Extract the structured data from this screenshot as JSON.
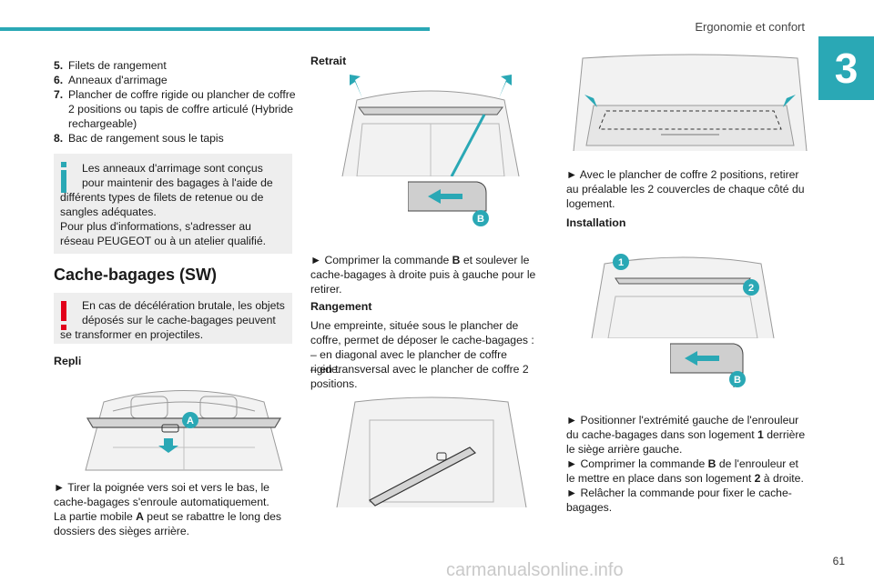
{
  "header": {
    "title": "Ergonomie et confort",
    "chapter_number": "3",
    "page_number": "61"
  },
  "left": {
    "list": [
      {
        "num": "5.",
        "text": "Filets de rangement"
      },
      {
        "num": "6.",
        "text": "Anneaux d'arrimage"
      },
      {
        "num": "7.",
        "text": "Plancher de coffre rigide ou plancher de coffre 2 positions ou tapis de coffre articulé (Hybride rechargeable)"
      },
      {
        "num": "8.",
        "text": "Bac de rangement sous le tapis"
      }
    ],
    "info_note": {
      "line1": "Les anneaux d'arrimage sont conçus pour maintenir des bagages à l'aide de",
      "line2": "différents types de filets de retenue ou de sangles adéquates.",
      "line3": "Pour plus d'informations, s'adresser au réseau PEUGEOT ou à un atelier qualifié."
    },
    "section_title": "Cache-bagages (SW)",
    "warning_note": {
      "line1": "En cas de décélération brutale, les objets déposés sur le cache-bagages peuvent",
      "line2": "se transformer en projectiles."
    },
    "repli_title": "Repli",
    "repli_label_A": "A",
    "repli_text1": "► Tirer la poignée vers soi et vers le bas, le cache-bagages s'enroule automatiquement.",
    "repli_text2_pre": "La partie mobile ",
    "repli_text2_bold": "A",
    "repli_text2_post": " peut se rabattre le long des dossiers des sièges arrière."
  },
  "middle": {
    "retrait_title": "Retrait",
    "label_B": "B",
    "retrait_text_pre": "► Comprimer la commande ",
    "retrait_text_bold": "B",
    "retrait_text_post": " et soulever le cache-bagages à droite puis à gauche pour le retirer.",
    "rangement_title": "Rangement",
    "rangement_text1": "Une empreinte, située sous le plancher de coffre, permet de déposer le cache-bagages :",
    "rangement_text2": "– en diagonal avec le plancher de coffre rigide.",
    "rangement_text3": "– en transversal avec le plancher de coffre 2 positions."
  },
  "right": {
    "removal_text": "► Avec le plancher de coffre 2 positions, retirer au préalable les 2 couvercles de chaque côté du logement.",
    "installation_title": "Installation",
    "label_1": "1",
    "label_2": "2",
    "label_B": "B",
    "install_text1_pre": "► Positionner l'extrémité gauche de l'enrouleur du cache-bagages dans son logement ",
    "install_text1_bold": "1",
    "install_text1_post": " derrière le siège arrière gauche.",
    "install_text2_pre": "► Comprimer la commande ",
    "install_text2_bold": "B",
    "install_text2_post": " de l'enrouleur et le mettre en place dans son logement ",
    "install_text2_bold2": "2",
    "install_text2_post2": " à droite.",
    "install_text3": "► Relâcher la commande pour fixer le cache-bagages."
  },
  "watermark": "carmanualsonline.info",
  "colors": {
    "accent": "#2aa8b5",
    "warning": "#e2001a",
    "note_bg": "#eeeeee"
  }
}
